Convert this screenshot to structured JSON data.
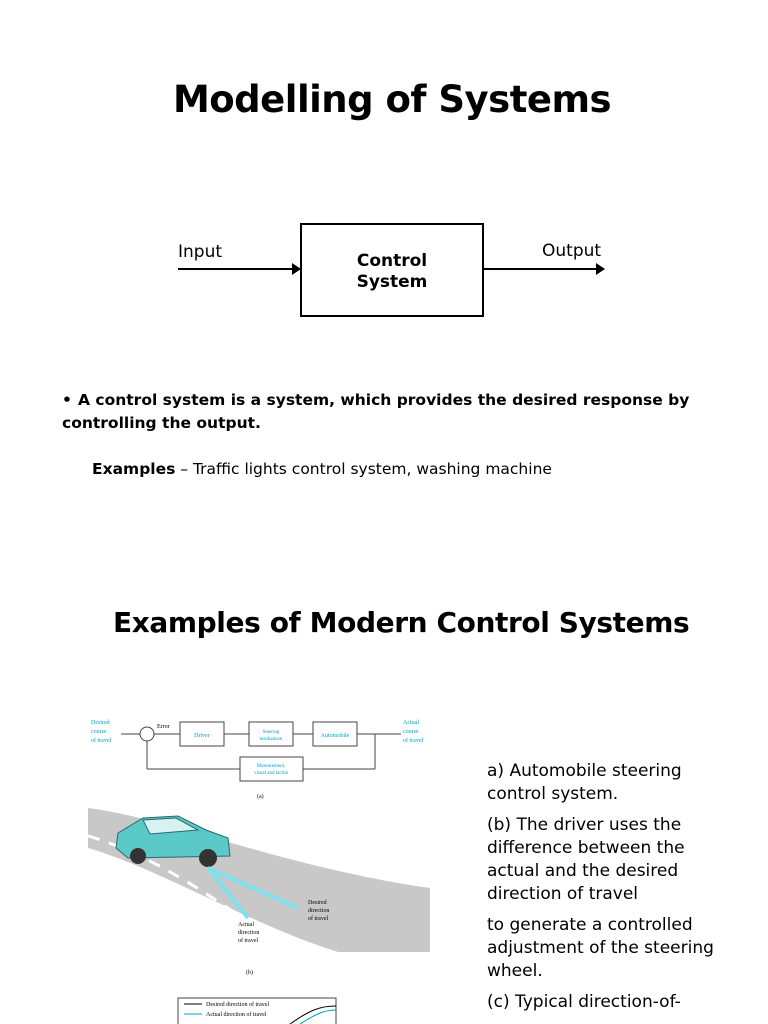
{
  "slide1": {
    "title": "Modelling of Systems",
    "diagram": {
      "input_label": "Input",
      "box_line1": "Control",
      "box_line2": "System",
      "output_label": "Output"
    },
    "bullet": "A control system is a system, which provides the desired response by controlling the output.",
    "examples_label": "Examples",
    "examples_text": " – Traffic lights control system, washing machine"
  },
  "slide2": {
    "title": "Examples of Modern Control Systems",
    "figure": {
      "block_diagram": {
        "input_label": [
          "Desired",
          "course",
          "of travel"
        ],
        "error_label": "Error",
        "blocks": [
          "Driver",
          "Steering mechanism",
          "Automobile",
          "Measurement, visual and tactile"
        ],
        "output_label": [
          "Actual",
          "course",
          "of travel"
        ],
        "caption": "(a)"
      },
      "illustration": {
        "actual_label": [
          "Actual",
          "direction",
          "of travel"
        ],
        "desired_label": [
          "Desired",
          "direction",
          "of travel"
        ],
        "caption": "(b)"
      },
      "plot_legend": [
        "Desired direction of travel",
        "Actual direction of travel"
      ]
    },
    "paragraphs": [
      "a) Automobile steering control system.",
      "(b) The driver uses the difference between the actual and the desired direction of travel",
      "to generate a controlled adjustment of the steering wheel.",
      "(c) Typical direction-of-"
    ]
  },
  "colors": {
    "accent_cyan": "#00a0c8",
    "road": "#c8c8c8",
    "car": "#5cc9c9"
  }
}
